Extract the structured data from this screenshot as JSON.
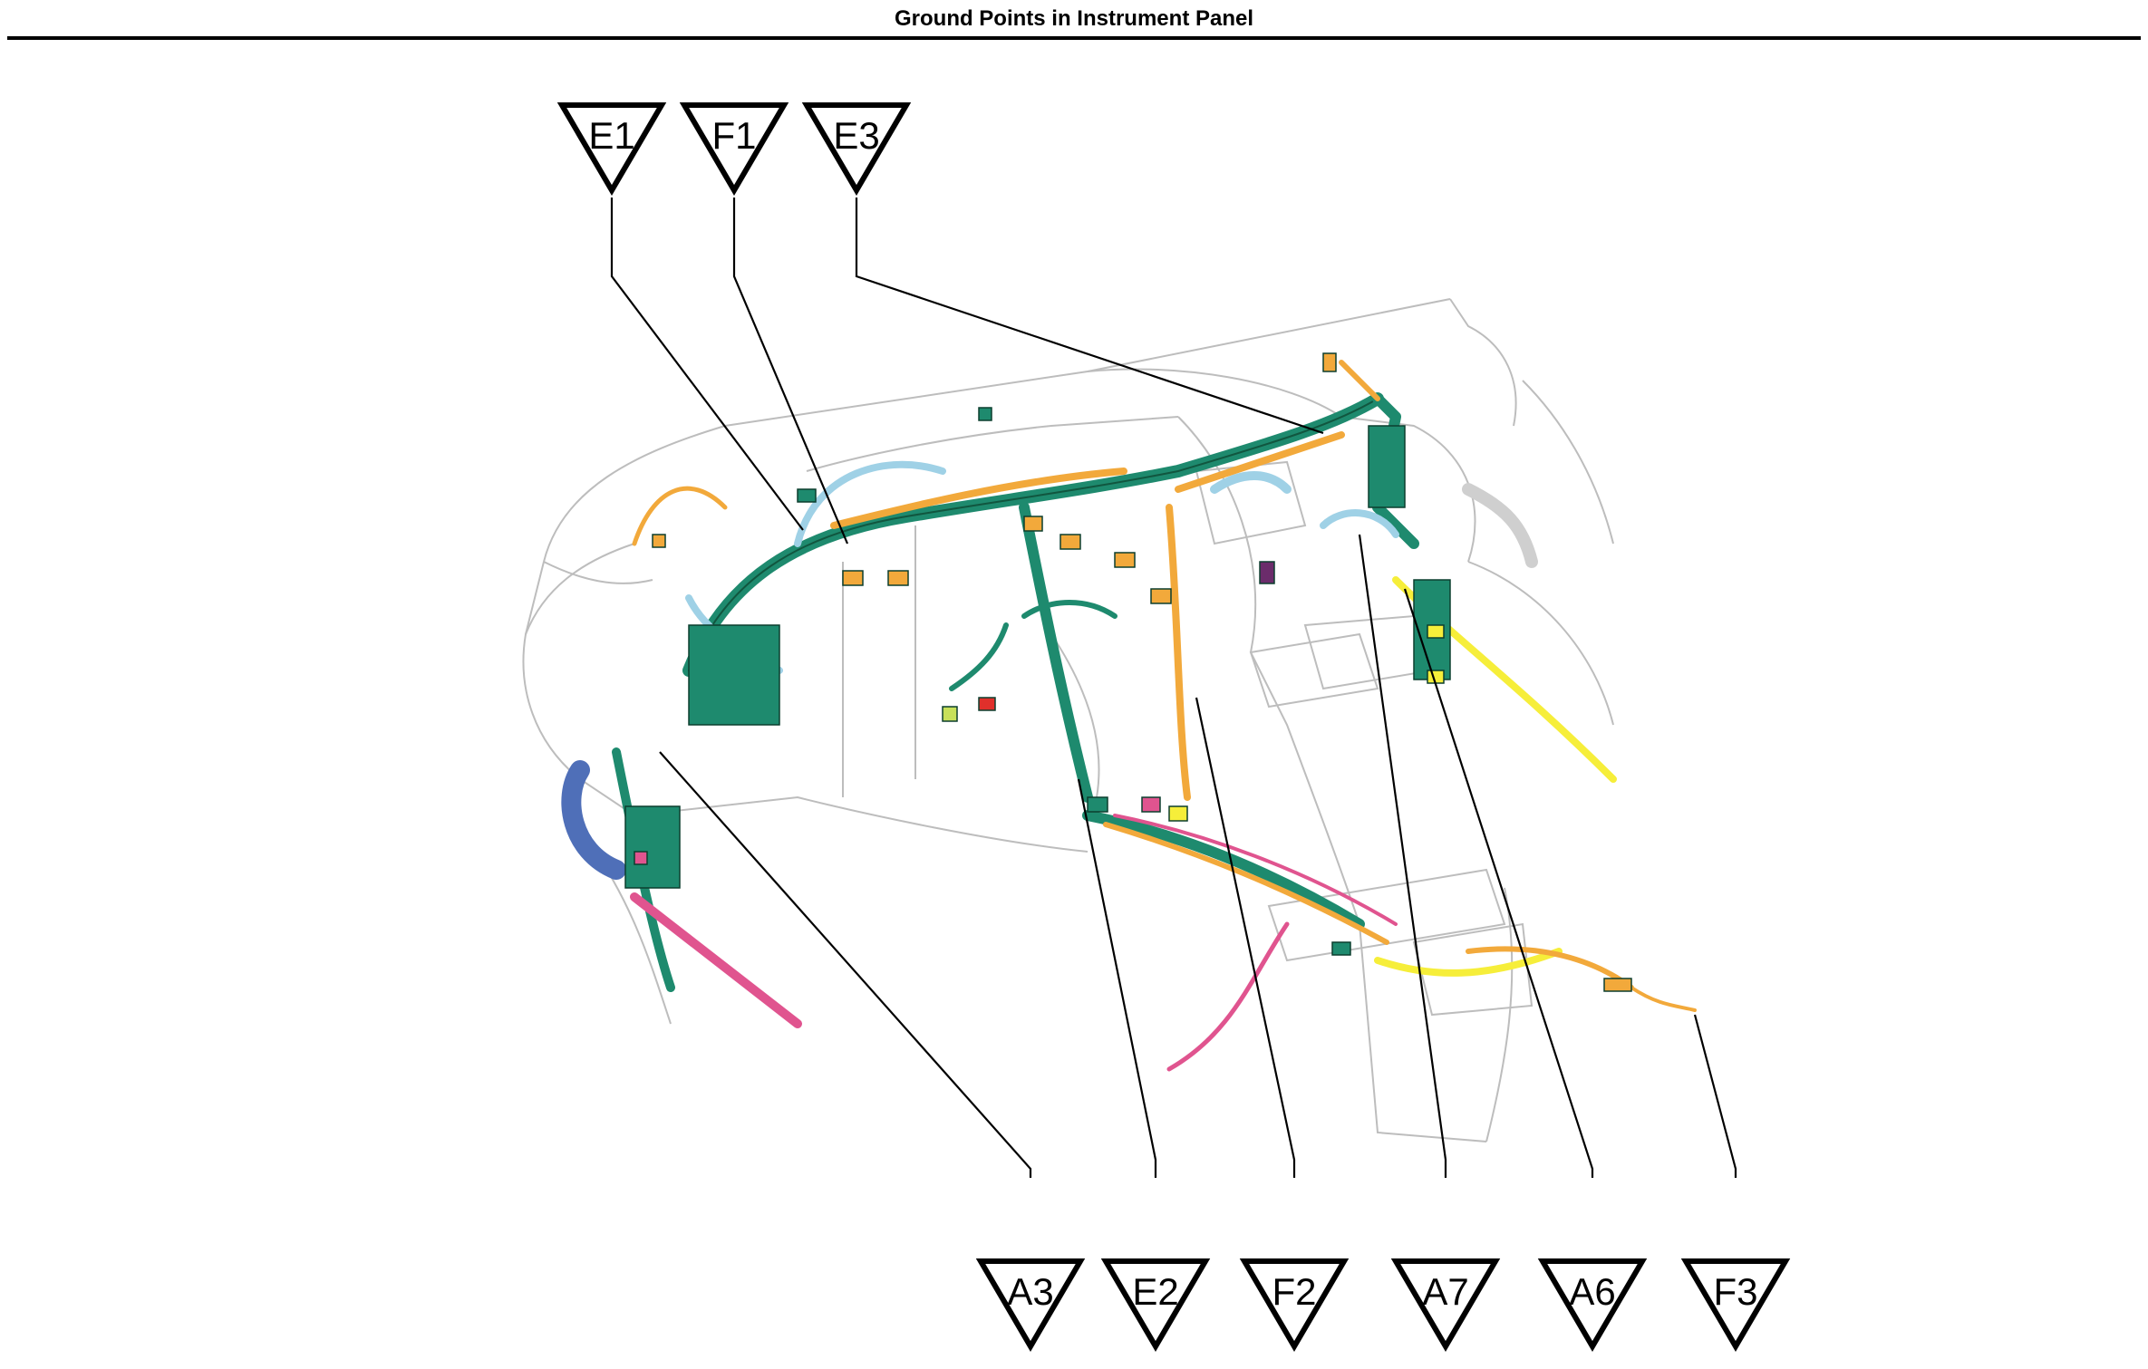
{
  "title": "Ground Points in Instrument Panel",
  "callouts": {
    "top": [
      "E1",
      "F1",
      "E3"
    ],
    "bottom": [
      "A3",
      "E2",
      "F2",
      "A7",
      "A6",
      "F3"
    ]
  },
  "colors": {
    "harness_green": "#1e8a6e",
    "harness_orange": "#f2a93b",
    "harness_lightblue": "#9fd1e6",
    "harness_yellow": "#f6ee3a",
    "harness_pink": "#e0548f",
    "harness_blue": "#4f6fb8",
    "outline": "#bdbdbd"
  }
}
